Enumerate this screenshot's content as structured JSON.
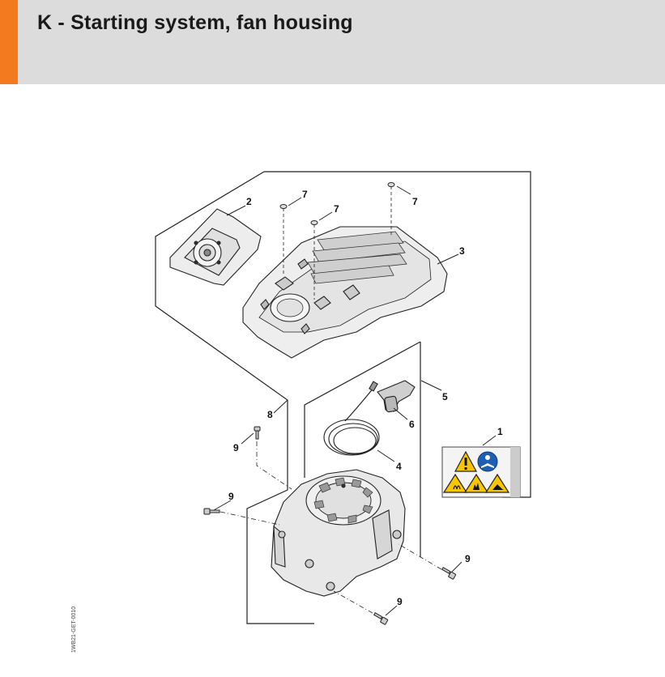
{
  "header": {
    "title": "K - Starting system, fan housing",
    "accent_color": "#f37a1f",
    "background_color": "#dcdcdc"
  },
  "callouts": {
    "c1": "1",
    "c2": "2",
    "c3": "3",
    "c4": "4",
    "c5": "5",
    "c6": "6",
    "c7a": "7",
    "c7b": "7",
    "c7c": "7",
    "c8": "8",
    "c9a": "9",
    "c9b": "9",
    "c9c": "9",
    "c9d": "9"
  },
  "document_code": "1WB21-GET-0010",
  "warning_label": {
    "icons": [
      "warning-triangle-icon",
      "read-manual-icon",
      "hot-surface-icon",
      "fire-hazard-icon",
      "hand-injury-icon"
    ],
    "warning_color": "#f7c600",
    "info_color": "#1d5fb3"
  }
}
